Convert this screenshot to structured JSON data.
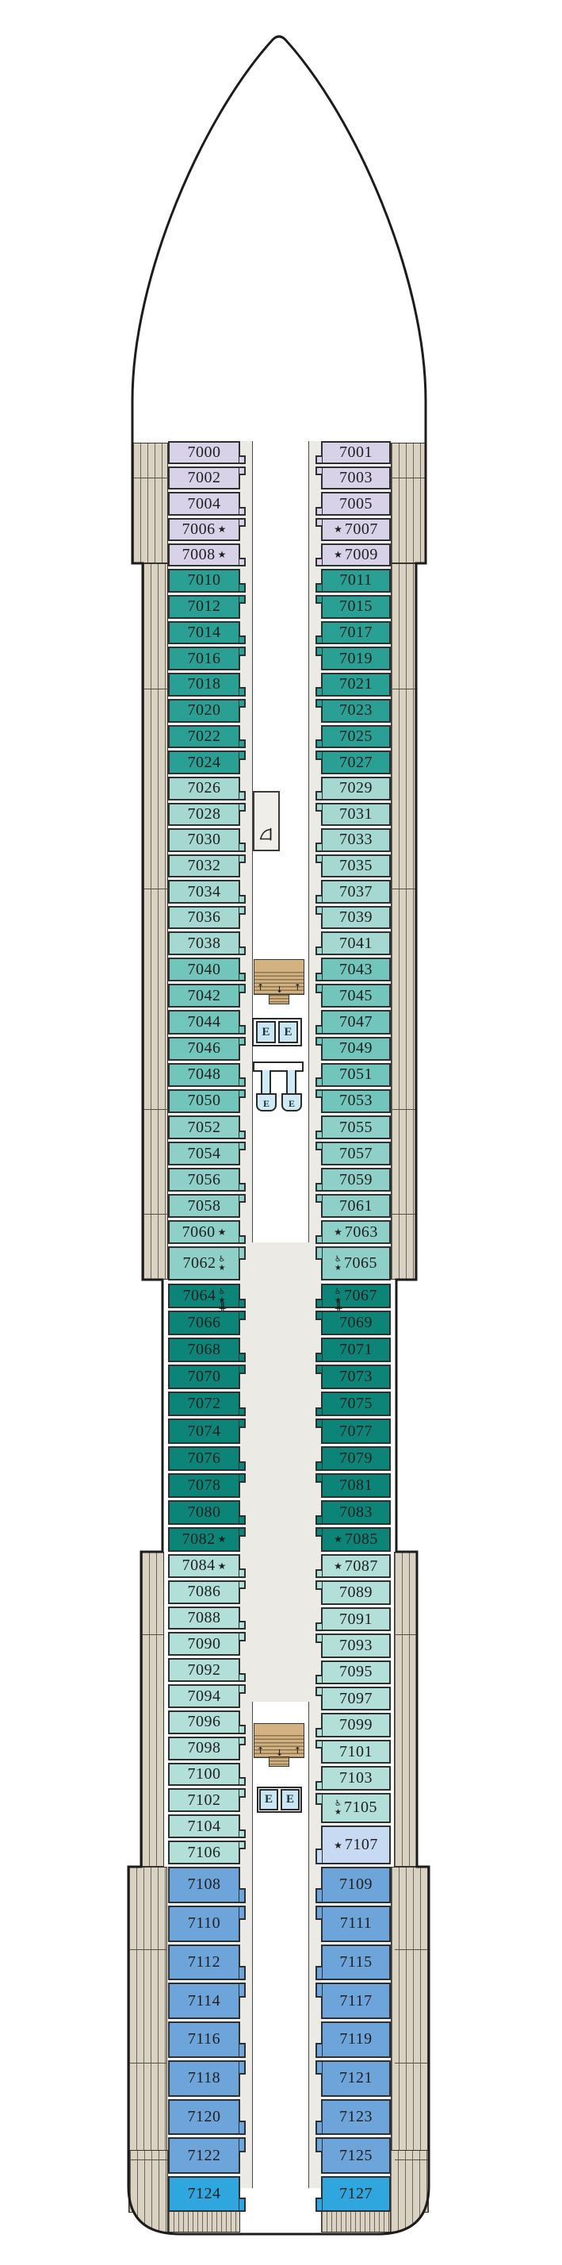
{
  "title": "Cruise ship deck plan – Deck 7",
  "deck": {
    "elevator_label": "E",
    "icons": {
      "star": "★",
      "accessible": "♿",
      "connecting": "╫",
      "laundry": "iron-icon",
      "stairs_up": "↑",
      "stairs_down": "↓"
    },
    "colors": {
      "lavender": "#d7d2e8",
      "darkteal": "#2a9f93",
      "lightaqua": "#a5d8d0",
      "medteal": "#72c5bb",
      "aqua": "#8ed0c7",
      "darkgreen": "#0c8478",
      "paleaqua": "#b2dfd8",
      "paleblue": "#c7daf1",
      "blue": "#6da4da",
      "brightblue": "#2fa6dd",
      "balcony_bg": "#d9d2c2",
      "balcony_line": "#6e675c",
      "corridor": "#eceae5",
      "stairs": "#d3b181",
      "elevator": "#c9e6f2",
      "outline": "#1c1c1c"
    },
    "columns": [
      {
        "id": "port",
        "side": "left",
        "bands": [
          {
            "id": "L1",
            "color": "lavender",
            "cabins": [
              {
                "n": "7000"
              },
              {
                "n": "7002"
              },
              {
                "n": "7004"
              },
              {
                "n": "7006",
                "star": true
              },
              {
                "n": "7008",
                "star": true
              }
            ]
          },
          {
            "id": "L2",
            "color": "darkteal",
            "cabins": [
              {
                "n": "7010"
              },
              {
                "n": "7012"
              },
              {
                "n": "7014"
              },
              {
                "n": "7016"
              },
              {
                "n": "7018"
              },
              {
                "n": "7020"
              },
              {
                "n": "7022"
              },
              {
                "n": "7024"
              }
            ]
          },
          {
            "id": "L3",
            "color": "lightaqua",
            "cabins": [
              {
                "n": "7026"
              },
              {
                "n": "7028"
              },
              {
                "n": "7030"
              },
              {
                "n": "7032"
              },
              {
                "n": "7034"
              },
              {
                "n": "7036"
              },
              {
                "n": "7038"
              }
            ]
          },
          {
            "id": "L4",
            "color": "medteal",
            "cabins": [
              {
                "n": "7040"
              },
              {
                "n": "7042"
              },
              {
                "n": "7044"
              },
              {
                "n": "7046"
              },
              {
                "n": "7048"
              },
              {
                "n": "7050"
              }
            ]
          },
          {
            "id": "L5",
            "color": "aqua",
            "cabins": [
              {
                "n": "7052"
              },
              {
                "n": "7054"
              },
              {
                "n": "7056"
              },
              {
                "n": "7058"
              },
              {
                "n": "7060",
                "star": true
              },
              {
                "n": "7062",
                "star": true,
                "acc": true,
                "size": 1.5
              }
            ]
          },
          {
            "id": "L6",
            "color": "darkgreen",
            "cabins": [
              {
                "n": "7064",
                "star": true,
                "acc": true,
                "conn": true
              },
              {
                "n": "7066"
              },
              {
                "n": "7068"
              },
              {
                "n": "7070"
              },
              {
                "n": "7072"
              },
              {
                "n": "7074"
              },
              {
                "n": "7076"
              },
              {
                "n": "7078"
              },
              {
                "n": "7080"
              },
              {
                "n": "7082",
                "star": true
              }
            ]
          },
          {
            "id": "L7",
            "color": "paleaqua",
            "cabins": [
              {
                "n": "7084",
                "star": true
              },
              {
                "n": "7086"
              },
              {
                "n": "7088"
              },
              {
                "n": "7090"
              },
              {
                "n": "7092"
              },
              {
                "n": "7094"
              },
              {
                "n": "7096"
              },
              {
                "n": "7098"
              },
              {
                "n": "7100"
              },
              {
                "n": "7102"
              },
              {
                "n": "7104"
              },
              {
                "n": "7106"
              }
            ]
          },
          {
            "id": "L8",
            "color": "blue",
            "cabins": [
              {
                "n": "7108"
              },
              {
                "n": "7110"
              },
              {
                "n": "7112"
              },
              {
                "n": "7114"
              },
              {
                "n": "7116"
              },
              {
                "n": "7118"
              },
              {
                "n": "7120"
              },
              {
                "n": "7122"
              }
            ]
          },
          {
            "id": "L9",
            "color": "brightblue",
            "cabins": [
              {
                "n": "7124"
              }
            ]
          }
        ]
      },
      {
        "id": "starboard",
        "side": "right",
        "bands": [
          {
            "id": "R1",
            "color": "lavender",
            "cabins": [
              {
                "n": "7001"
              },
              {
                "n": "7003"
              },
              {
                "n": "7005"
              },
              {
                "n": "7007",
                "star": true
              },
              {
                "n": "7009",
                "star": true
              }
            ]
          },
          {
            "id": "R2",
            "color": "darkteal",
            "cabins": [
              {
                "n": "7011"
              },
              {
                "n": "7015"
              },
              {
                "n": "7017"
              },
              {
                "n": "7019"
              },
              {
                "n": "7021"
              },
              {
                "n": "7023"
              },
              {
                "n": "7025"
              },
              {
                "n": "7027"
              }
            ]
          },
          {
            "id": "R3",
            "color": "lightaqua",
            "cabins": [
              {
                "n": "7029"
              },
              {
                "n": "7031"
              },
              {
                "n": "7033"
              },
              {
                "n": "7035"
              },
              {
                "n": "7037"
              },
              {
                "n": "7039"
              },
              {
                "n": "7041"
              }
            ]
          },
          {
            "id": "R4",
            "color": "medteal",
            "cabins": [
              {
                "n": "7043"
              },
              {
                "n": "7045"
              },
              {
                "n": "7047"
              },
              {
                "n": "7049"
              },
              {
                "n": "7051"
              },
              {
                "n": "7053"
              }
            ]
          },
          {
            "id": "R5",
            "color": "aqua",
            "cabins": [
              {
                "n": "7055"
              },
              {
                "n": "7057"
              },
              {
                "n": "7059"
              },
              {
                "n": "7061"
              },
              {
                "n": "7063",
                "star": true
              },
              {
                "n": "7065",
                "star": true,
                "acc": true,
                "size": 1.5
              }
            ]
          },
          {
            "id": "R6",
            "color": "darkgreen",
            "cabins": [
              {
                "n": "7067",
                "star": true,
                "acc": true,
                "conn": true
              },
              {
                "n": "7069"
              },
              {
                "n": "7071"
              },
              {
                "n": "7073"
              },
              {
                "n": "7075"
              },
              {
                "n": "7077"
              },
              {
                "n": "7079"
              },
              {
                "n": "7081"
              },
              {
                "n": "7083"
              },
              {
                "n": "7085",
                "star": true
              }
            ]
          },
          {
            "id": "R7",
            "color": "paleaqua",
            "cabins": [
              {
                "n": "7087",
                "star": true
              },
              {
                "n": "7089"
              },
              {
                "n": "7091"
              },
              {
                "n": "7093"
              },
              {
                "n": "7095"
              },
              {
                "n": "7097"
              },
              {
                "n": "7099"
              },
              {
                "n": "7101"
              },
              {
                "n": "7103"
              },
              {
                "n": "7105",
                "star": true,
                "acc": true,
                "size": 1.3
              }
            ]
          },
          {
            "id": "R7b",
            "color": "paleblue",
            "cabins": [
              {
                "n": "7107",
                "star": true
              }
            ]
          },
          {
            "id": "R8",
            "color": "blue",
            "cabins": [
              {
                "n": "7109"
              },
              {
                "n": "7111"
              },
              {
                "n": "7115"
              },
              {
                "n": "7117"
              },
              {
                "n": "7119"
              },
              {
                "n": "7121"
              },
              {
                "n": "7123"
              },
              {
                "n": "7125"
              }
            ]
          },
          {
            "id": "R9",
            "color": "brightblue",
            "cabins": [
              {
                "n": "7127"
              }
            ]
          }
        ]
      }
    ]
  }
}
